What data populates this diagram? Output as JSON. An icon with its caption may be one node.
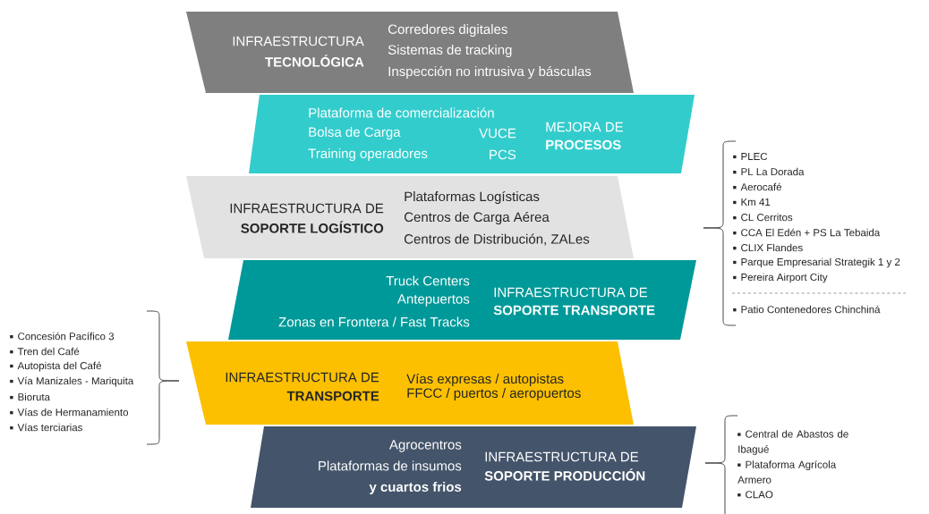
{
  "diagram": {
    "nodes": [
      {
        "text": [
          "INFRAESTRUCTURA",
          "TECNOLÓGICA",
          "Corredores digitales",
          "Sistemas de tracking",
          "Inspección no intrusiva y básculas"
        ]
      },
      {
        "text": [
          "Plataforma de comercialización",
          "Bolsa de Carga",
          "VUCE",
          "Training operadores",
          "PCS",
          "MEJORA DE",
          "PROCESOS"
        ]
      },
      {
        "text": [
          "INFRAESTRUCTURA DE",
          "SOPORTE LOGÍSTICO",
          "Plataformas Logísticas",
          "Centros de Carga Aérea",
          "Centros de Distribución, ZALes"
        ],
        "beside": [
          "PLEC",
          "PL La Dorada",
          "Aerocafé",
          "Km 41",
          "CL Cerritos",
          "CCA El Edén + PS La Tebaida",
          "CLIX Flandes",
          "Parque Empresarial Strategik 1 y 2",
          "Pereira Airport City",
          "Patio Contenedores Chinchiná"
        ]
      },
      {
        "text": [
          "Truck Centers",
          "Antepuertos",
          "Zonas en Frontera / Fast Tracks",
          "INFRAESTRUCTURA DE",
          "SOPORTE TRANSPORTE"
        ]
      },
      {
        "text": [
          "INFRAESTRUCTURA DE",
          "TRANSPORTE",
          "Vías expresas / autopistas",
          "FFCC / puertos / aeropuertos"
        ],
        "beside": [
          "Concesión Pacífico 3",
          "Tren del Café",
          "Autopista del Café",
          "Vía Manizales - Mariquita",
          "Bioruta",
          "Vías de Hermanamiento",
          "Vías terciarias"
        ]
      },
      {
        "text": [
          "Agrocentros",
          "Plataformas de insumos",
          "y cuartos frios",
          "INFRAESTRUCTURA DE",
          "SOPORTE PRODUCCIÓN"
        ],
        "beside": [
          "Central de Abastos de Ibagué",
          "Plataforma Agrícola Armero",
          "CLAO"
        ]
      }
    ]
  }
}
